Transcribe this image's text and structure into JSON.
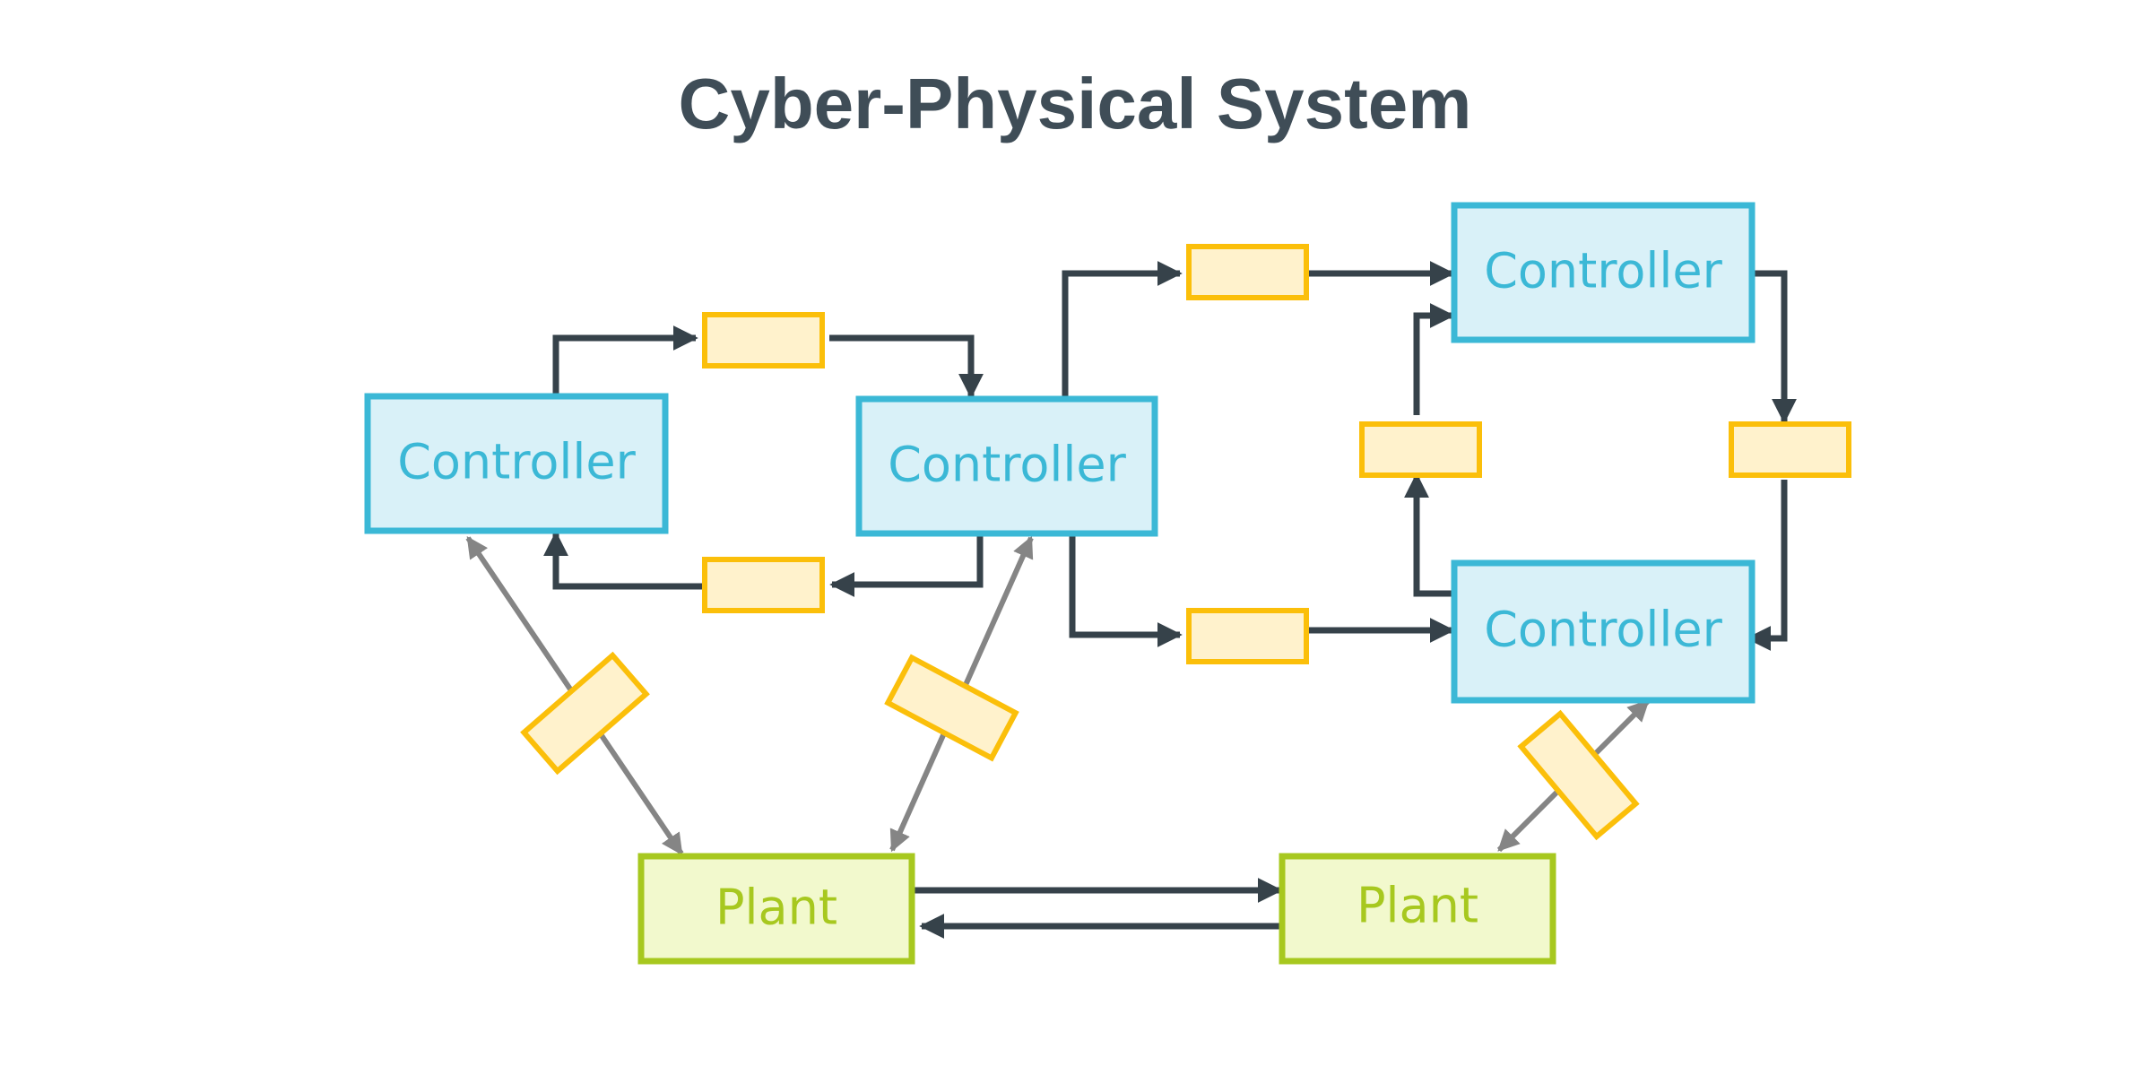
{
  "title": "Cyber-Physical System",
  "nodes": {
    "controller_a": "Controller",
    "controller_b": "Controller",
    "controller_c": "Controller",
    "controller_d": "Controller",
    "plant_left": "Plant",
    "plant_right": "Plant"
  },
  "colors": {
    "title": "#3f4d57",
    "controller_fill": "#d9f1f8",
    "controller_stroke": "#3bb8d6",
    "plant_fill": "#f2f9cd",
    "plant_stroke": "#a7c81f",
    "delay_fill": "#fff2cc",
    "delay_stroke": "#fbbf0a",
    "control_link": "#36424a",
    "sensor_link": "#858585"
  }
}
